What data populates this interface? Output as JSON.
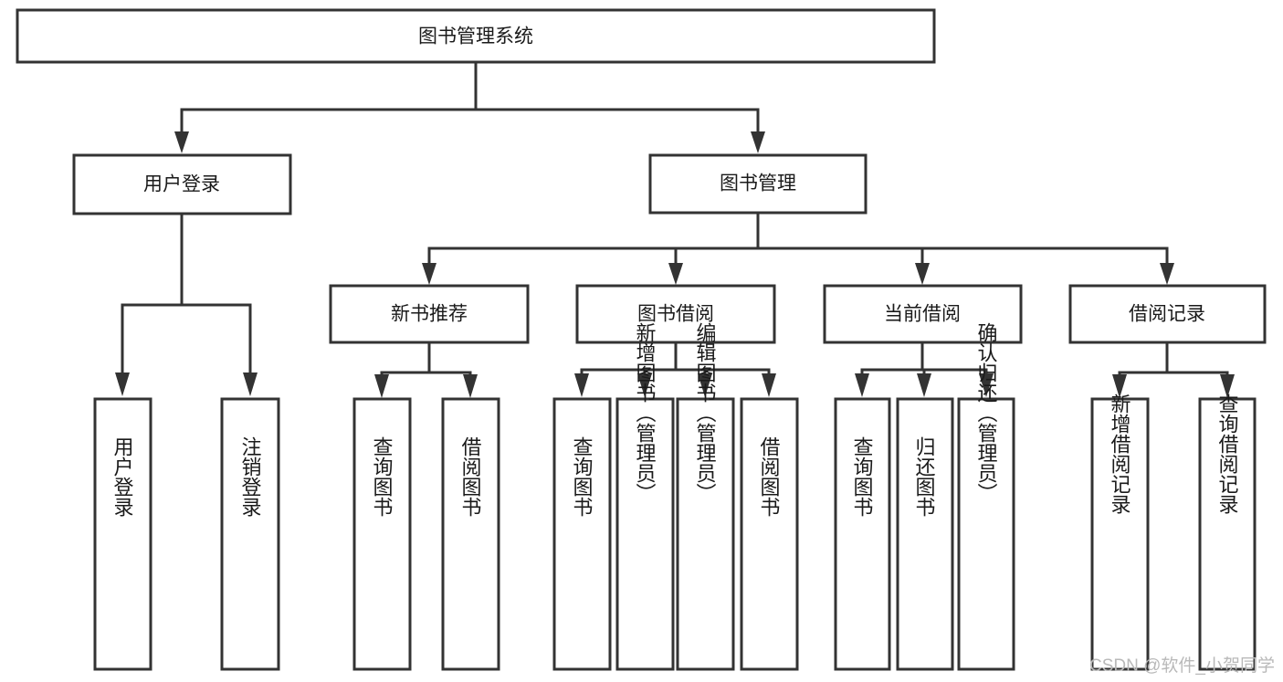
{
  "diagram": {
    "title": "图书管理系统",
    "type": "tree-hierarchy-chart",
    "root": {
      "id": "root",
      "label": "图书管理系统"
    },
    "level2": [
      {
        "id": "user-login",
        "label": "用户登录"
      },
      {
        "id": "book-manage",
        "label": "图书管理"
      }
    ],
    "level3": [
      {
        "id": "new-book-rec",
        "label": "新书推荐",
        "parent": "book-manage"
      },
      {
        "id": "book-borrow",
        "label": "图书借阅",
        "parent": "book-manage"
      },
      {
        "id": "current-borrow",
        "label": "当前借阅",
        "parent": "book-manage"
      },
      {
        "id": "borrow-record",
        "label": "借阅记录",
        "parent": "book-manage"
      }
    ],
    "leaves": [
      {
        "id": "leaf-user-login",
        "label": "用户登录",
        "parent": "user-login"
      },
      {
        "id": "leaf-logout",
        "label": "注销登录",
        "parent": "user-login"
      },
      {
        "id": "leaf-query-book-1",
        "label": "查询图书",
        "parent": "new-book-rec"
      },
      {
        "id": "leaf-borrow-book-1",
        "label": "借阅图书",
        "parent": "new-book-rec"
      },
      {
        "id": "leaf-query-book-2",
        "label": "查询图书",
        "parent": "book-borrow"
      },
      {
        "id": "leaf-add-book",
        "label": "新增图书（管理员）",
        "parent": "book-borrow"
      },
      {
        "id": "leaf-edit-book",
        "label": "编辑图书（管理员）",
        "parent": "book-borrow"
      },
      {
        "id": "leaf-borrow-book-2",
        "label": "借阅图书",
        "parent": "book-borrow"
      },
      {
        "id": "leaf-query-book-3",
        "label": "查询图书",
        "parent": "current-borrow"
      },
      {
        "id": "leaf-return-book",
        "label": "归还图书",
        "parent": "current-borrow"
      },
      {
        "id": "leaf-confirm-return",
        "label": "确认归还（管理员）",
        "parent": "current-borrow"
      },
      {
        "id": "leaf-add-record",
        "label": "新增借阅记录",
        "parent": "borrow-record"
      },
      {
        "id": "leaf-query-record",
        "label": "查询借阅记录",
        "parent": "borrow-record"
      }
    ],
    "colors": {
      "stroke": "#333333",
      "fill": "#ffffff",
      "text": "#1a1a1a",
      "watermark": "#b9b9b9"
    }
  },
  "watermark": {
    "text": "CSDN @软件_小贺同学"
  }
}
